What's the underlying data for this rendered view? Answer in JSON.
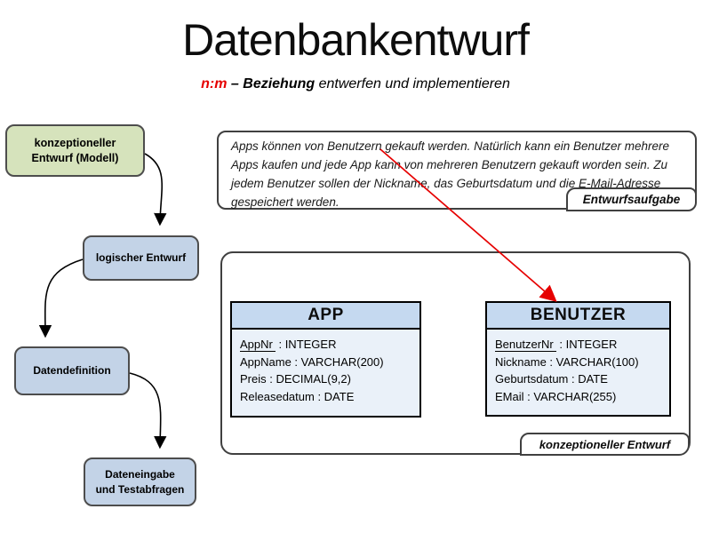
{
  "slide": {
    "title": "Datenbankentwurf",
    "subtitle": {
      "term": "n:m",
      "dash_bold": " – Beziehung",
      "tail": " entwerfen und implementieren"
    }
  },
  "flowchart": {
    "steps": [
      {
        "label": "konzeptioneller Entwurf (Modell)"
      },
      {
        "label": "logischer Entwurf"
      },
      {
        "label": "Datendefinition"
      },
      {
        "label": "Dateneingabe und Testabfragen"
      }
    ]
  },
  "task_box": {
    "lines": [
      "Apps können von Benutzern gekauft werden. Natürlich kann ein Benutzer mehrere",
      "Apps kaufen und jede App kann von mehreren Benutzern gekauft worden sein. Zu",
      "jedem Benutzer sollen der Nickname, das Geburtsdatum und die E-Mail-Adresse",
      "gespeichert werden."
    ],
    "tag": "Entwurfsaufgabe"
  },
  "er_diagram": {
    "tag": "konzeptioneller Entwurf",
    "entities": [
      {
        "name": "APP",
        "attributes": [
          {
            "name": "AppNr",
            "rest": " : INTEGER",
            "primary_key": "true"
          },
          {
            "name": "AppName",
            "rest": " : VARCHAR(200)",
            "primary_key": "false"
          },
          {
            "name": "Preis",
            "rest": " : DECIMAL(9,2)",
            "primary_key": "false"
          },
          {
            "name": "Releasedatum",
            "rest": " : DATE",
            "primary_key": "false"
          }
        ]
      },
      {
        "name": "BENUTZER",
        "attributes": [
          {
            "name": "BenutzerNr",
            "rest": " : INTEGER",
            "primary_key": "true"
          },
          {
            "name": "Nickname",
            "rest": " : VARCHAR(100)",
            "primary_key": "false"
          },
          {
            "name": "Geburtsdatum",
            "rest": " : DATE",
            "primary_key": "false"
          },
          {
            "name": "EMail",
            "rest": " : VARCHAR(255)",
            "primary_key": "false"
          }
        ]
      }
    ]
  },
  "colors": {
    "accent_red": "#e60000",
    "green_box_fill": "#d6e3bc",
    "blue_box_fill": "#c3d3e7",
    "table_header_fill": "#c5d9f0",
    "table_body_fill": "#eaf1f9",
    "border_dark": "#404040"
  }
}
